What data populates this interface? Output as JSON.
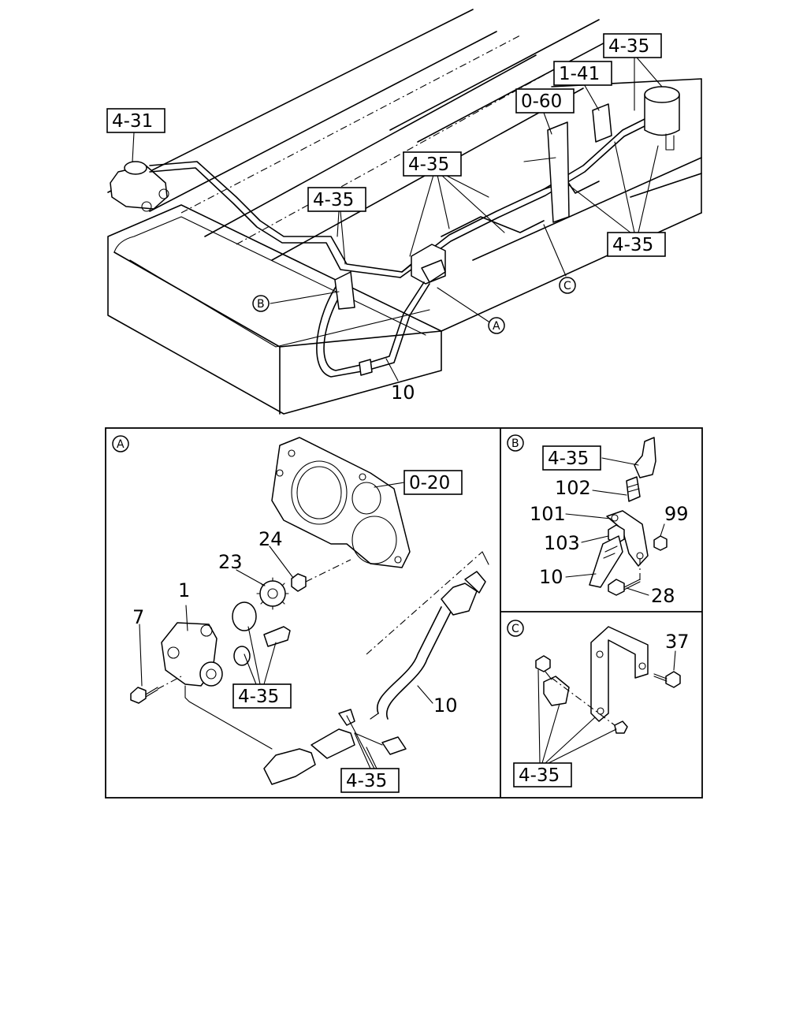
{
  "overview": {
    "ref_4_31": "4-31",
    "ref_4_35_top_right": "4-35",
    "ref_1_41": "1-41",
    "ref_0_60": "0-60",
    "ref_4_35_center": "4-35",
    "ref_4_35_left": "4-35",
    "ref_4_35_right": "4-35",
    "callout_a": "A",
    "callout_b": "B",
    "callout_c": "C",
    "part_10": "10"
  },
  "detail_a": {
    "tag": "A",
    "ref_0_20": "0-20",
    "ref_4_35_mid": "4-35",
    "ref_4_35_bottom": "4-35",
    "part_24": "24",
    "part_23": "23",
    "part_1": "1",
    "part_7": "7",
    "part_10": "10"
  },
  "detail_b": {
    "tag": "B",
    "ref_4_35": "4-35",
    "part_102": "102",
    "part_101": "101",
    "part_99": "99",
    "part_103": "103",
    "part_10": "10",
    "part_28": "28"
  },
  "detail_c": {
    "tag": "C",
    "part_37": "37",
    "ref_4_35": "4-35"
  }
}
